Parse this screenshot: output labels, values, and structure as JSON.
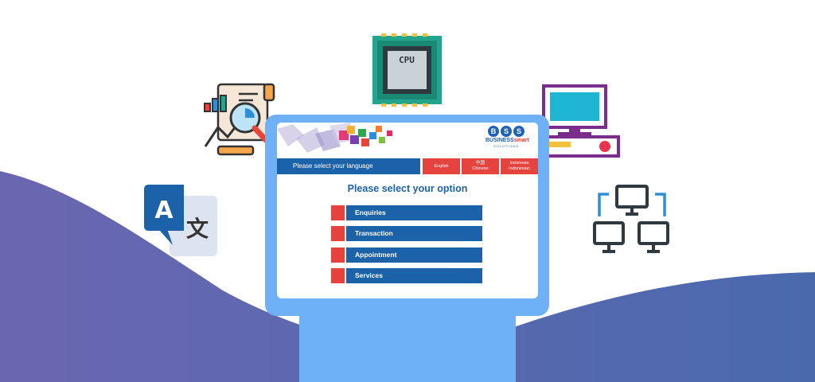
{
  "banner": {
    "brand_initials": [
      "B",
      "S",
      "S"
    ],
    "brand_line1_a": "BUSINESS",
    "brand_line1_b": "smart",
    "brand_line2": "SOLUTIONS"
  },
  "language_bar": {
    "prompt": "Please select your language",
    "options": [
      {
        "line1": "English",
        "line2": ""
      },
      {
        "line1": "中国",
        "line2": "Chinese"
      },
      {
        "line1": "Indonesia",
        "line2": "Indonesian"
      }
    ]
  },
  "options": {
    "title": "Please select your option",
    "items": [
      "Enquiries",
      "Transaction",
      "Appointment",
      "Services"
    ]
  },
  "icons": {
    "cpu_label": "CPU",
    "translate_latin": "A",
    "translate_glyph": "文"
  },
  "colors": {
    "kiosk_blue": "#6eb1f7",
    "button_blue": "#1c62a8",
    "accent_red": "#e6433f",
    "wave_start": "#6a67b0",
    "wave_end": "#4a69ad"
  }
}
